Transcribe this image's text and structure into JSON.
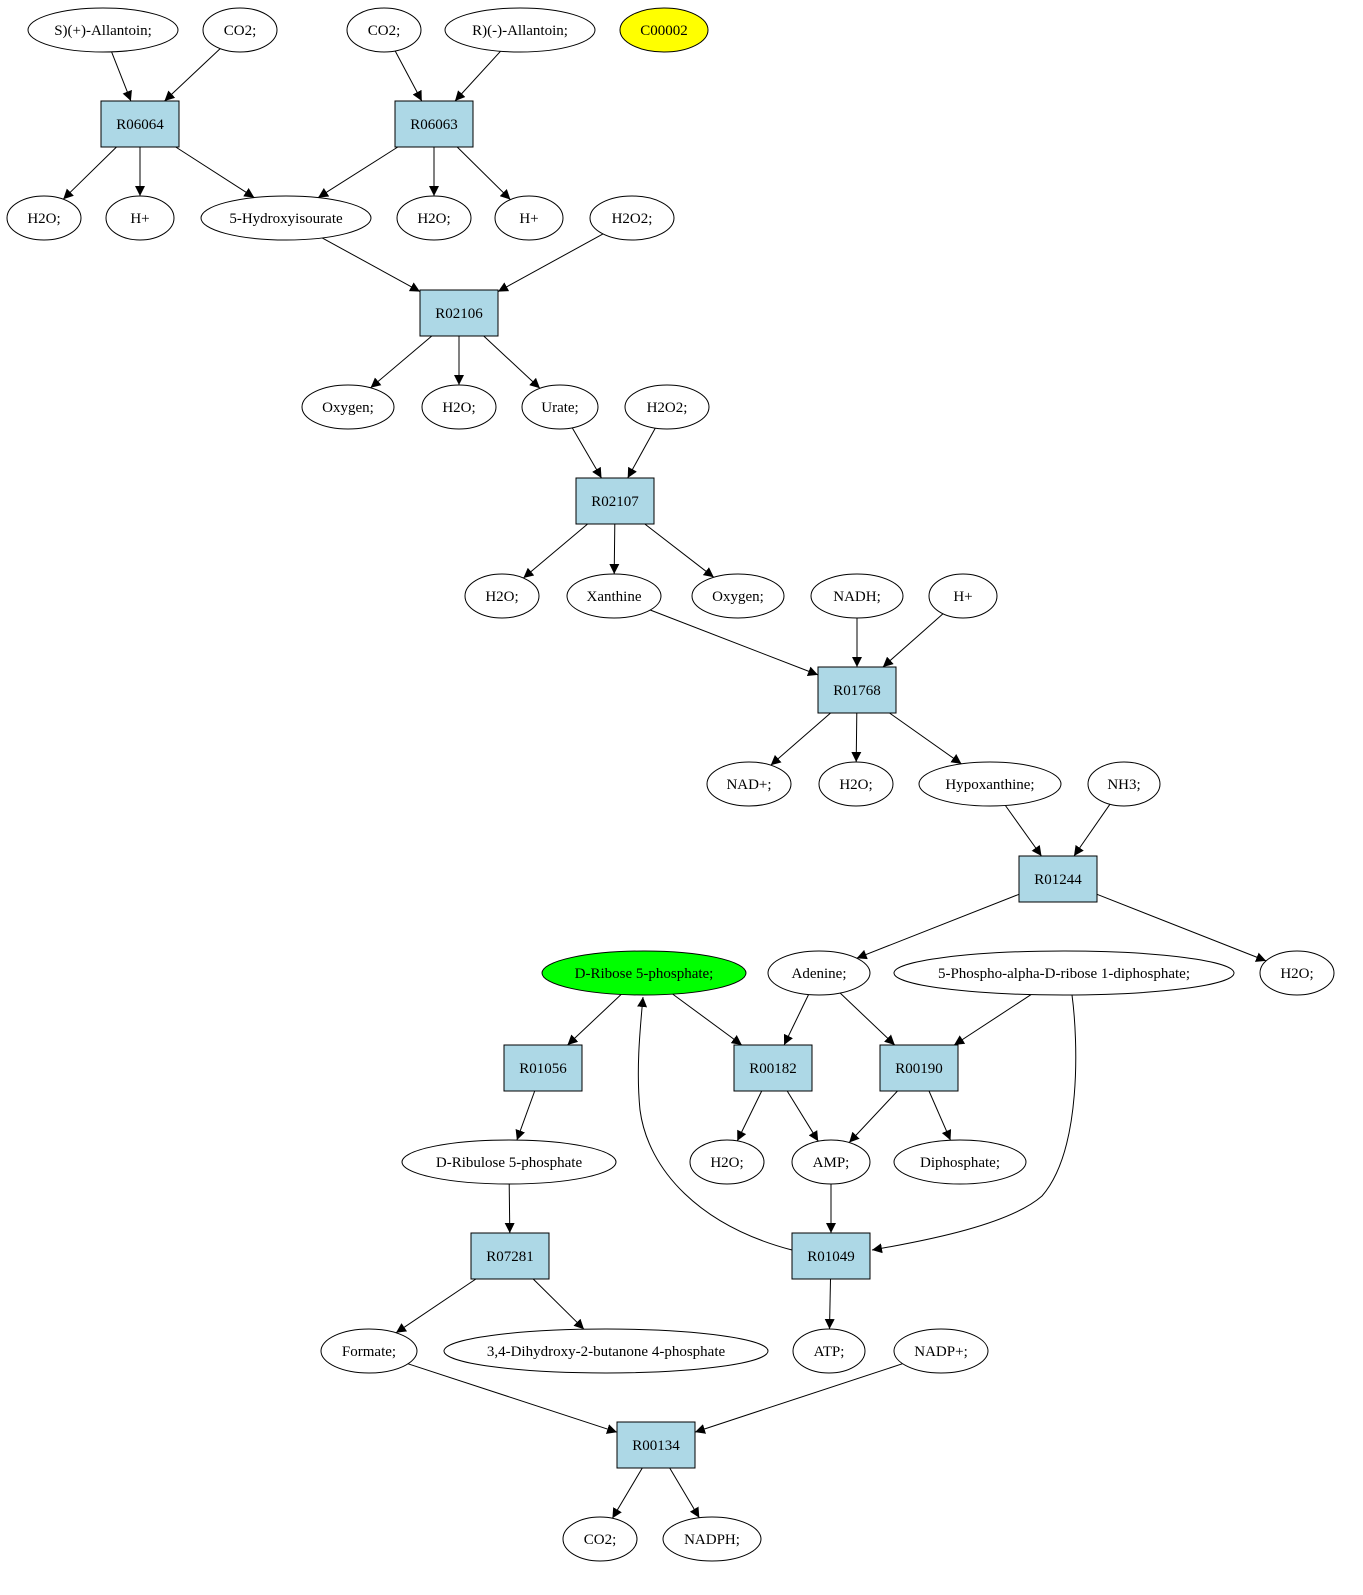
{
  "colors": {
    "reaction_fill": "#add8e6",
    "compound_fill": "#ffffff",
    "highlight_yellow": "#ffff00",
    "highlight_green": "#00ff00",
    "stroke": "#000000"
  },
  "nodes": [
    {
      "id": "s_allantoin",
      "label": "S)(+)-Allantoin;",
      "kind": "compound"
    },
    {
      "id": "co2_a",
      "label": "CO2;",
      "kind": "compound"
    },
    {
      "id": "co2_b",
      "label": "CO2;",
      "kind": "compound"
    },
    {
      "id": "r_allantoin",
      "label": "R)(-)-Allantoin;",
      "kind": "compound"
    },
    {
      "id": "c00002",
      "label": "C00002",
      "kind": "compound",
      "highlight": "highlight_yellow"
    },
    {
      "id": "R06064",
      "label": "R06064",
      "kind": "reaction"
    },
    {
      "id": "R06063",
      "label": "R06063",
      "kind": "reaction"
    },
    {
      "id": "h2o_1",
      "label": "H2O;",
      "kind": "compound"
    },
    {
      "id": "hplus_1",
      "label": "H+",
      "kind": "compound"
    },
    {
      "id": "hydroxyisourate",
      "label": "5-Hydroxyisourate",
      "kind": "compound"
    },
    {
      "id": "h2o_2",
      "label": "H2O;",
      "kind": "compound"
    },
    {
      "id": "hplus_2",
      "label": "H+",
      "kind": "compound"
    },
    {
      "id": "h2o2_1",
      "label": "H2O2;",
      "kind": "compound"
    },
    {
      "id": "R02106",
      "label": "R02106",
      "kind": "reaction"
    },
    {
      "id": "oxygen_1",
      "label": "Oxygen;",
      "kind": "compound"
    },
    {
      "id": "h2o_3",
      "label": "H2O;",
      "kind": "compound"
    },
    {
      "id": "urate",
      "label": "Urate;",
      "kind": "compound"
    },
    {
      "id": "h2o2_2",
      "label": "H2O2;",
      "kind": "compound"
    },
    {
      "id": "R02107",
      "label": "R02107",
      "kind": "reaction"
    },
    {
      "id": "h2o_4",
      "label": "H2O;",
      "kind": "compound"
    },
    {
      "id": "xanthine",
      "label": "Xanthine",
      "kind": "compound"
    },
    {
      "id": "oxygen_2",
      "label": "Oxygen;",
      "kind": "compound"
    },
    {
      "id": "nadh",
      "label": "NADH;",
      "kind": "compound"
    },
    {
      "id": "hplus_3",
      "label": "H+",
      "kind": "compound"
    },
    {
      "id": "R01768",
      "label": "R01768",
      "kind": "reaction"
    },
    {
      "id": "nadplus",
      "label": "NAD+;",
      "kind": "compound"
    },
    {
      "id": "h2o_5",
      "label": "H2O;",
      "kind": "compound"
    },
    {
      "id": "hypoxanthine",
      "label": "Hypoxanthine;",
      "kind": "compound"
    },
    {
      "id": "nh3",
      "label": "NH3;",
      "kind": "compound"
    },
    {
      "id": "R01244",
      "label": "R01244",
      "kind": "reaction"
    },
    {
      "id": "ribose5p",
      "label": "D-Ribose 5-phosphate;",
      "kind": "compound",
      "highlight": "highlight_green"
    },
    {
      "id": "adenine",
      "label": "Adenine;",
      "kind": "compound"
    },
    {
      "id": "prpp",
      "label": "5-Phospho-alpha-D-ribose 1-diphosphate;",
      "kind": "compound"
    },
    {
      "id": "h2o_6",
      "label": "H2O;",
      "kind": "compound"
    },
    {
      "id": "R01056",
      "label": "R01056",
      "kind": "reaction"
    },
    {
      "id": "R00182",
      "label": "R00182",
      "kind": "reaction"
    },
    {
      "id": "R00190",
      "label": "R00190",
      "kind": "reaction"
    },
    {
      "id": "ribulose5p",
      "label": "D-Ribulose 5-phosphate",
      "kind": "compound"
    },
    {
      "id": "h2o_7",
      "label": "H2O;",
      "kind": "compound"
    },
    {
      "id": "amp",
      "label": "AMP;",
      "kind": "compound"
    },
    {
      "id": "diphosphate",
      "label": "Diphosphate;",
      "kind": "compound"
    },
    {
      "id": "R07281",
      "label": "R07281",
      "kind": "reaction"
    },
    {
      "id": "R01049",
      "label": "R01049",
      "kind": "reaction"
    },
    {
      "id": "formate",
      "label": "Formate;",
      "kind": "compound"
    },
    {
      "id": "dhbp",
      "label": "3,4-Dihydroxy-2-butanone 4-phosphate",
      "kind": "compound"
    },
    {
      "id": "atp",
      "label": "ATP;",
      "kind": "compound"
    },
    {
      "id": "nadpplus",
      "label": "NADP+;",
      "kind": "compound"
    },
    {
      "id": "R00134",
      "label": "R00134",
      "kind": "reaction"
    },
    {
      "id": "co2_c",
      "label": "CO2;",
      "kind": "compound"
    },
    {
      "id": "nadph",
      "label": "NADPH;",
      "kind": "compound"
    }
  ],
  "edges": [
    {
      "from": "s_allantoin",
      "to": "R06064"
    },
    {
      "from": "co2_a",
      "to": "R06064"
    },
    {
      "from": "co2_b",
      "to": "R06063"
    },
    {
      "from": "r_allantoin",
      "to": "R06063"
    },
    {
      "from": "R06064",
      "to": "h2o_1"
    },
    {
      "from": "R06064",
      "to": "hplus_1"
    },
    {
      "from": "R06064",
      "to": "hydroxyisourate"
    },
    {
      "from": "R06063",
      "to": "hydroxyisourate"
    },
    {
      "from": "R06063",
      "to": "h2o_2"
    },
    {
      "from": "R06063",
      "to": "hplus_2"
    },
    {
      "from": "hydroxyisourate",
      "to": "R02106"
    },
    {
      "from": "h2o2_1",
      "to": "R02106"
    },
    {
      "from": "R02106",
      "to": "oxygen_1"
    },
    {
      "from": "R02106",
      "to": "h2o_3"
    },
    {
      "from": "R02106",
      "to": "urate"
    },
    {
      "from": "urate",
      "to": "R02107"
    },
    {
      "from": "h2o2_2",
      "to": "R02107"
    },
    {
      "from": "R02107",
      "to": "h2o_4"
    },
    {
      "from": "R02107",
      "to": "xanthine"
    },
    {
      "from": "R02107",
      "to": "oxygen_2"
    },
    {
      "from": "xanthine",
      "to": "R01768"
    },
    {
      "from": "nadh",
      "to": "R01768"
    },
    {
      "from": "hplus_3",
      "to": "R01768"
    },
    {
      "from": "R01768",
      "to": "nadplus"
    },
    {
      "from": "R01768",
      "to": "h2o_5"
    },
    {
      "from": "R01768",
      "to": "hypoxanthine"
    },
    {
      "from": "hypoxanthine",
      "to": "R01244"
    },
    {
      "from": "nh3",
      "to": "R01244"
    },
    {
      "from": "R01244",
      "to": "adenine"
    },
    {
      "from": "R01244",
      "to": "h2o_6"
    },
    {
      "from": "ribose5p",
      "to": "R01056"
    },
    {
      "from": "ribose5p",
      "to": "R00182"
    },
    {
      "from": "adenine",
      "to": "R00182"
    },
    {
      "from": "adenine",
      "to": "R00190"
    },
    {
      "from": "prpp",
      "to": "R00190"
    },
    {
      "from": "prpp",
      "to": "R01049",
      "curve": "prpp_r01049"
    },
    {
      "from": "R01056",
      "to": "ribulose5p"
    },
    {
      "from": "R00182",
      "to": "h2o_7"
    },
    {
      "from": "R00182",
      "to": "amp"
    },
    {
      "from": "R00190",
      "to": "amp"
    },
    {
      "from": "R00190",
      "to": "diphosphate"
    },
    {
      "from": "ribulose5p",
      "to": "R07281"
    },
    {
      "from": "amp",
      "to": "R01049"
    },
    {
      "from": "R01049",
      "to": "ribose5p",
      "curve": "r01049_ribose"
    },
    {
      "from": "R01049",
      "to": "atp"
    },
    {
      "from": "R07281",
      "to": "formate"
    },
    {
      "from": "R07281",
      "to": "dhbp"
    },
    {
      "from": "formate",
      "to": "R00134"
    },
    {
      "from": "nadpplus",
      "to": "R00134"
    },
    {
      "from": "R00134",
      "to": "co2_c"
    },
    {
      "from": "R00134",
      "to": "nadph"
    }
  ]
}
